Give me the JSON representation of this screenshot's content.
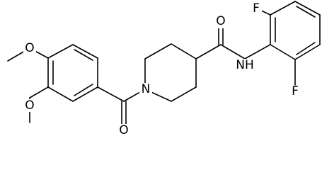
{
  "diagram": {
    "type": "chemical-structure",
    "atoms": {
      "ome_top_o": "O",
      "ome_bottom_o": "O",
      "carbonyl_o_bottom": "O",
      "ring_n": "N",
      "carbonyl_o_top": "O",
      "amide_nh": "NH",
      "fluoro_top": "F",
      "fluoro_bottom": "F"
    }
  }
}
